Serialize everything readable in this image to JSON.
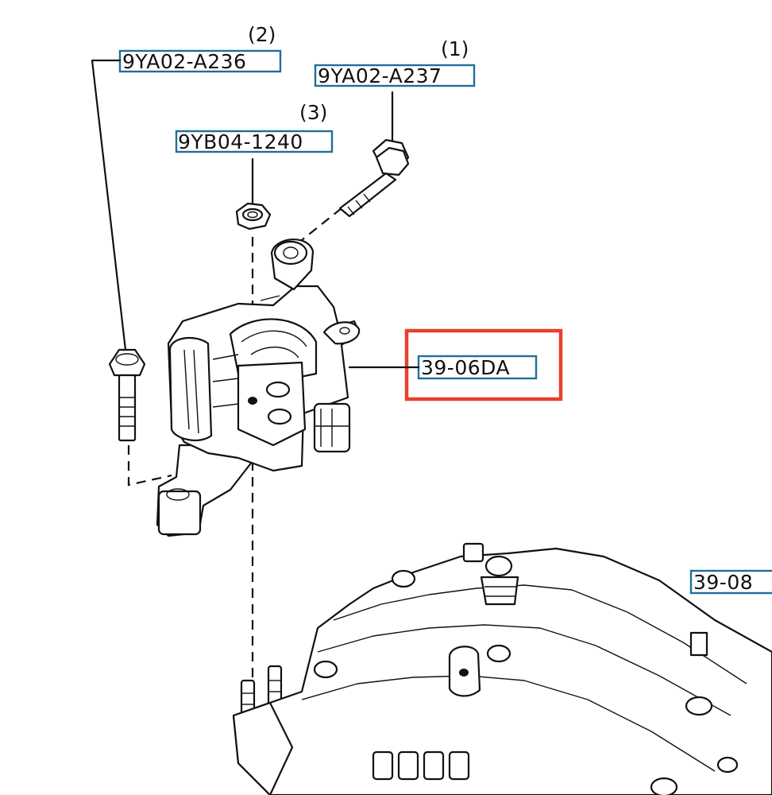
{
  "callouts": [
    {
      "index": "(1)",
      "part_number": "9YA02-A237"
    },
    {
      "index": "(2)",
      "part_number": "9YA02-A236"
    },
    {
      "index": "(3)",
      "part_number": "9YB04-1240"
    }
  ],
  "main_part": {
    "part_number": "39-06DA",
    "highlighted": true,
    "highlight_color": "#e8402c"
  },
  "related_part": {
    "part_number": "39-08"
  },
  "label_box_color": "#1f6f9a"
}
